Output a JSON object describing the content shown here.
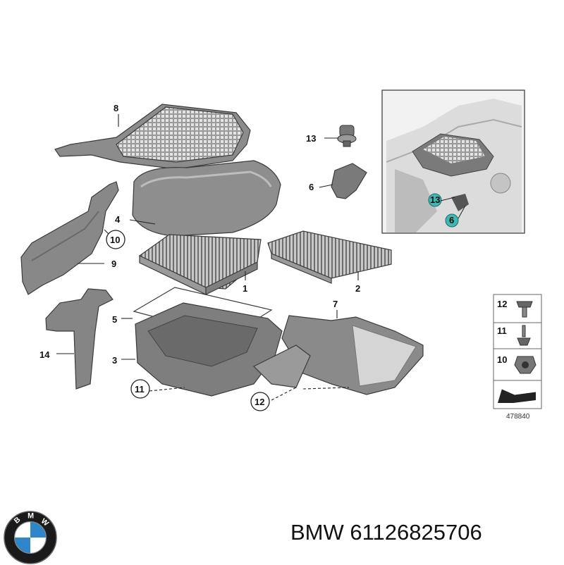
{
  "callouts": {
    "c1": "1",
    "c2": "2",
    "c3": "3",
    "c4": "4",
    "c5": "5",
    "c6": "6",
    "c7": "7",
    "c8": "8",
    "c9": "9",
    "c10": "10",
    "c11": "11",
    "c12": "12",
    "c13": "13",
    "c14": "14"
  },
  "inset": {
    "c13": "13",
    "c6": "6"
  },
  "legend": {
    "l12": "12",
    "l11": "11",
    "l10": "10"
  },
  "diagram_number": "478840",
  "brand": {
    "text": "BMW 61126825706",
    "logo_letters": [
      "B",
      "M",
      "W"
    ]
  },
  "colors": {
    "part_fill": "#8f8f8f",
    "part_dark": "#555555",
    "filter_fill": "#b9b9b9",
    "teal": "#3fb7b3",
    "logo_blue": "#2f86c8"
  }
}
